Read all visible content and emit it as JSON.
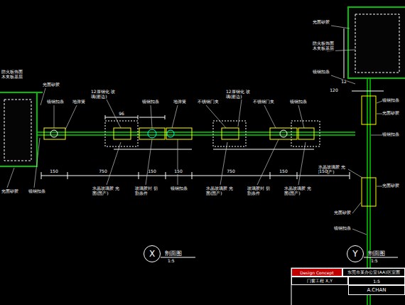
{
  "diagram": {
    "nodes": [
      {
        "text": [
          "X"
        ]
      },
      {
        "text": [
          "Y"
        ]
      },
      {
        "text": [
          "Design Concept"
        ]
      },
      {
        "text": [
          "东莞市某办公室(AA)区室面"
        ]
      },
      {
        "text": [
          "门窗工程 X,Y"
        ]
      },
      {
        "text": [
          "1:5"
        ]
      },
      {
        "text": [
          "A.CHAN"
        ]
      }
    ],
    "labels": [
      "防火板饰面 木夹板基层",
      "光面矽胶",
      "光面矽胶",
      "镜钢扣条",
      "镜钢扣条",
      "地弹簧",
      "12厚钢化 玻璃(磨边)",
      "镜钢扣条",
      "地弹簧",
      "不锈钢门夹",
      "12厚钢化 玻璃(磨边)",
      "不锈钢门夹",
      "镜钢扣条",
      "水晶玻璃胶 光面(国产)",
      "玻璃胶封 切割条件",
      "镜钢扣条",
      "水晶玻璃胶 光面(国产)",
      "玻璃胶封 切割条件",
      "水晶玻璃胶 光面(国产)",
      "光面矽胶",
      "防火板饰面 木夹板基层",
      "镜钢扣条",
      "镜钢扣条",
      "光面矽胶",
      "镜钢扣条",
      "水晶玻璃胶 光面(国产)",
      "光面矽胶",
      "光面矽胶",
      "镜钢扣条",
      "150",
      "750",
      "150",
      "150",
      "750",
      "150",
      "150",
      "96",
      "120",
      "12",
      "剖面图",
      "1:5",
      "剖面图",
      "1:5"
    ]
  }
}
